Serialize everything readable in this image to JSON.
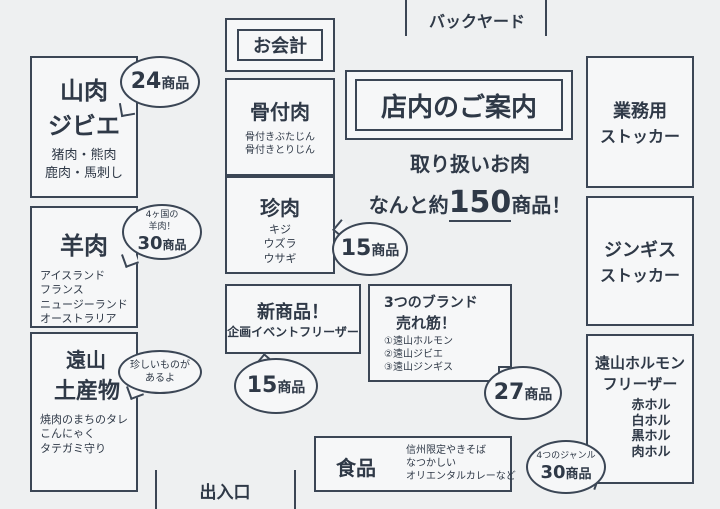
{
  "backyard": "バックヤード",
  "checkout": "お会計",
  "entrance": "出入口",
  "title": "店内のご案内",
  "headline": {
    "line1": "取り扱いお肉",
    "line2_pre": "なんと約",
    "line2_num": "150",
    "line2_post": "商品！"
  },
  "yamaniku": {
    "title1": "山肉",
    "title2": "ジビエ",
    "item1": "猪肉・熊肉",
    "item2": "鹿肉・馬刺し",
    "count": "24",
    "unit": "商品"
  },
  "lamb": {
    "title": "羊肉",
    "items": [
      "アイスランド",
      "フランス",
      "ニュージーランド",
      "オーストラリア"
    ],
    "bubble_note1": "4ヶ国の",
    "bubble_note2": "羊肉！",
    "count": "30",
    "unit": "商品"
  },
  "souvenir": {
    "title1": "遠山",
    "title2": "土産物",
    "items": [
      "焼肉のまちのタレ",
      "こんにゃく",
      "タテガミ守り"
    ],
    "bubble1": "珍しいものが",
    "bubble2": "あるよ"
  },
  "bone": {
    "title": "骨付肉",
    "item1": "骨付きぶたじん",
    "item2": "骨付きとりじん"
  },
  "rare": {
    "title": "珍肉",
    "items": [
      "キジ",
      "ウズラ",
      "ウサギ"
    ],
    "count": "15",
    "unit": "商品"
  },
  "newproducts": {
    "title": "新商品！",
    "sub": "企画イベントフリーザー",
    "count": "15",
    "unit": "商品"
  },
  "brands": {
    "title1": "3つのブランド",
    "title2": "売れ筋！",
    "items": [
      "①遠山ホルモン",
      "②遠山ジビエ",
      "③遠山ジンギス"
    ],
    "count": "27",
    "unit": "商品"
  },
  "business": {
    "line1": "業務用",
    "line2": "ストッカー"
  },
  "jingisu": {
    "line1": "ジンギス",
    "line2": "ストッカー"
  },
  "hormone": {
    "title1": "遠山ホルモン",
    "title2": "フリーザー",
    "items": [
      "赤ホル",
      "白ホル",
      "黒ホル",
      "肉ホル"
    ],
    "bubble_note": "4つのジャンル",
    "count": "30",
    "unit": "商品"
  },
  "food": {
    "title": "食品",
    "items": [
      "信州限定やきそば",
      "なつかしい",
      "オリエンタルカレーなど"
    ]
  }
}
